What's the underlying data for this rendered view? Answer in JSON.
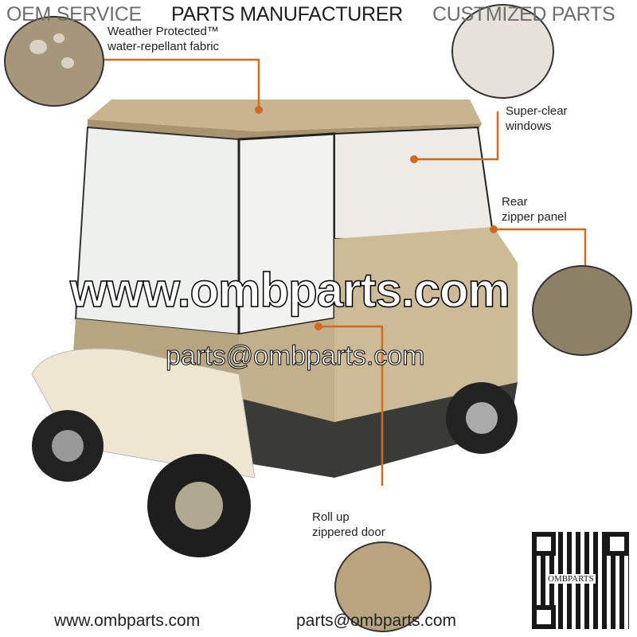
{
  "header": {
    "left": "OEM SERVICE",
    "center": "PARTS MANUFACTURER",
    "right": "CUSTMIZED PARTS"
  },
  "callouts": {
    "fabric_line1": "Weather Protected™",
    "fabric_line2": "water-repellant fabric",
    "windows_line1": "Super-clear",
    "windows_line2": "windows",
    "rear_line1": "Rear",
    "rear_line2": "zipper panel",
    "door_line1": "Roll up",
    "door_line2": "zippered door"
  },
  "watermark": {
    "site": "www.ombparts.com",
    "email": "parts@ombparts.com"
  },
  "qr": {
    "label": "OMBPARTS"
  },
  "footer": {
    "website": "www.ombparts.com",
    "email": "parts@ombparts.com"
  },
  "colors": {
    "accent": "#d2691e",
    "tan": "#cdbb98",
    "dark_panel": "#3a3a36"
  }
}
